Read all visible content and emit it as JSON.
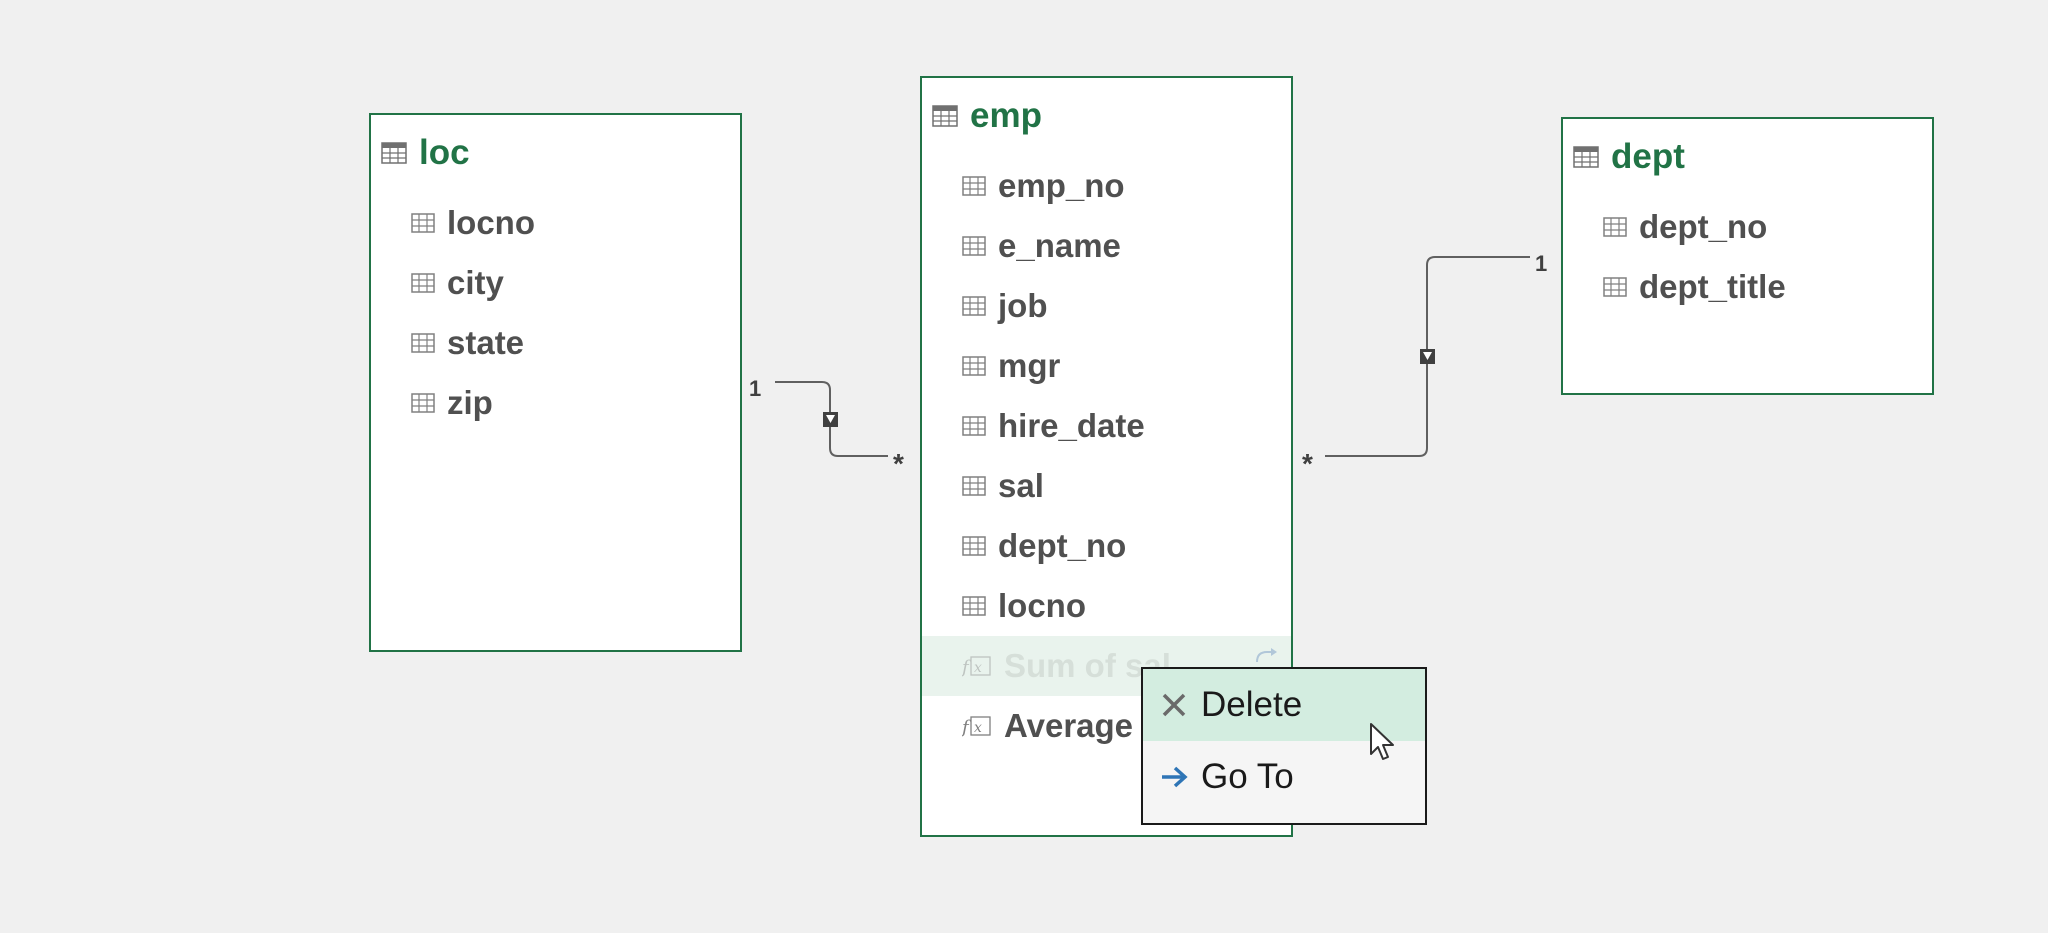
{
  "tables": {
    "loc": {
      "title": "loc",
      "fields": [
        "locno",
        "city",
        "state",
        "zip"
      ]
    },
    "emp": {
      "title": "emp",
      "fields": [
        "emp_no",
        "e_name",
        "job",
        "mgr",
        "hire_date",
        "sal",
        "dept_no",
        "locno"
      ],
      "measures": [
        "Sum of sal",
        "Average"
      ]
    },
    "dept": {
      "title": "dept",
      "fields": [
        "dept_no",
        "dept_title"
      ]
    }
  },
  "relationships": {
    "loc_emp": {
      "one_label": "1",
      "many_label": "*"
    },
    "emp_dept": {
      "many_label": "*",
      "one_label": "1"
    }
  },
  "context_menu": {
    "items": [
      {
        "label": "Delete",
        "icon": "x-icon"
      },
      {
        "label": "Go To",
        "icon": "arrow-right-icon"
      }
    ]
  },
  "colors": {
    "table_border": "#217346",
    "table_title": "#217346",
    "field_text": "#505050",
    "menu_hover": "#d3ede0",
    "goto_arrow": "#2e75b6",
    "canvas_background": "#f0f0f0"
  }
}
